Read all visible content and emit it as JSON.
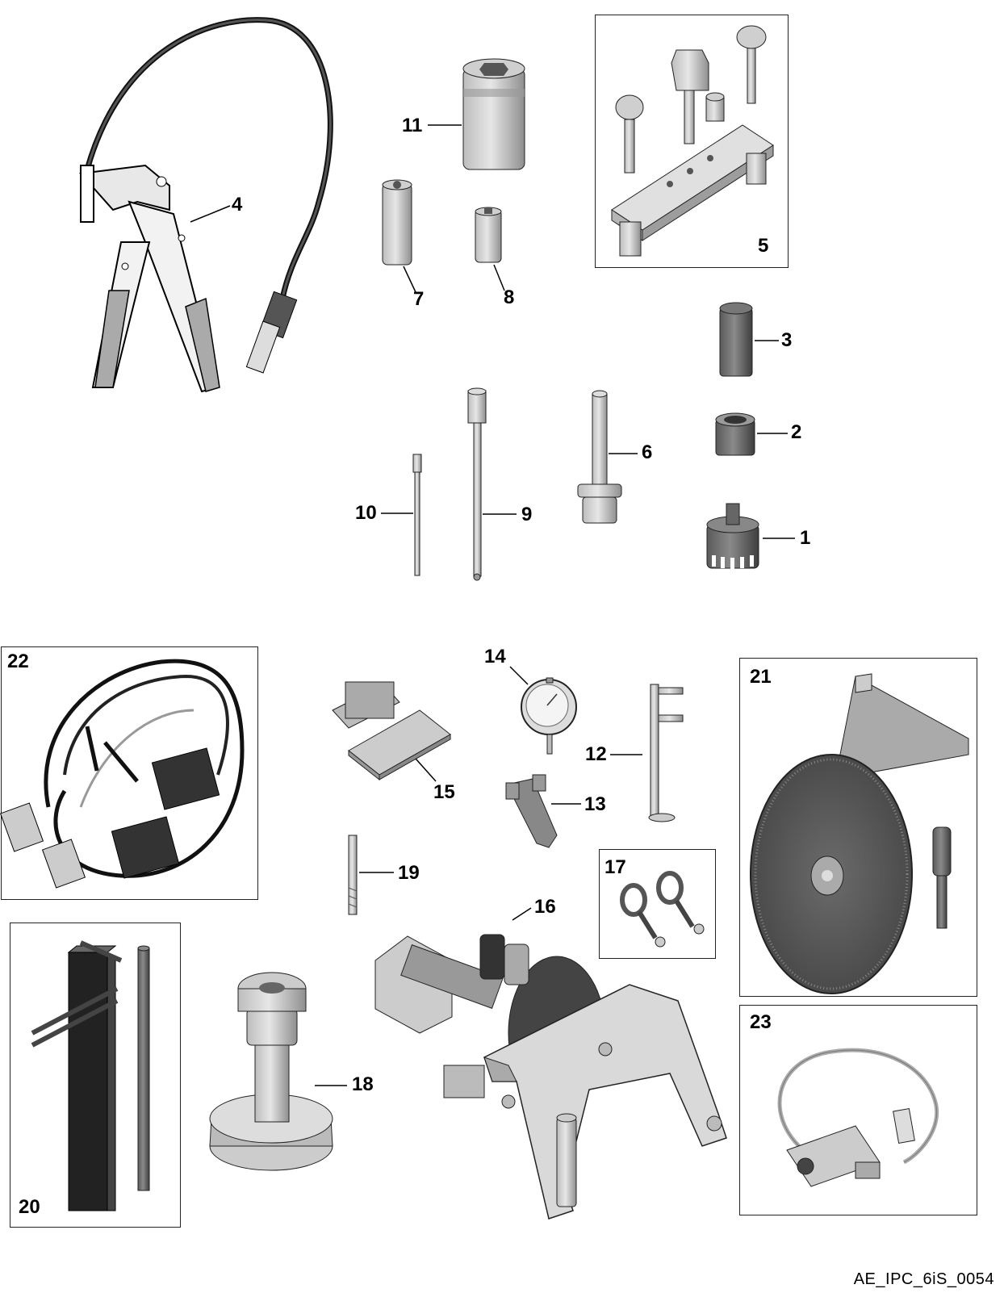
{
  "callouts": {
    "c1": "1",
    "c2": "2",
    "c3": "3",
    "c4": "4",
    "c5": "5",
    "c6": "6",
    "c7": "7",
    "c8": "8",
    "c9": "9",
    "c10": "10",
    "c11": "11",
    "c12": "12",
    "c13": "13",
    "c14": "14",
    "c15": "15",
    "c16": "16",
    "c17": "17",
    "c18": "18",
    "c19": "19",
    "c20": "20",
    "c21": "21",
    "c22": "22",
    "c23": "23"
  },
  "document_id": "AE_IPC_6iS_0054",
  "colors": {
    "line": "#000000",
    "part_light": "#d6d6d6",
    "part_mid": "#a9a9a9",
    "part_dark": "#6e6e6e",
    "frame": "#222222"
  }
}
